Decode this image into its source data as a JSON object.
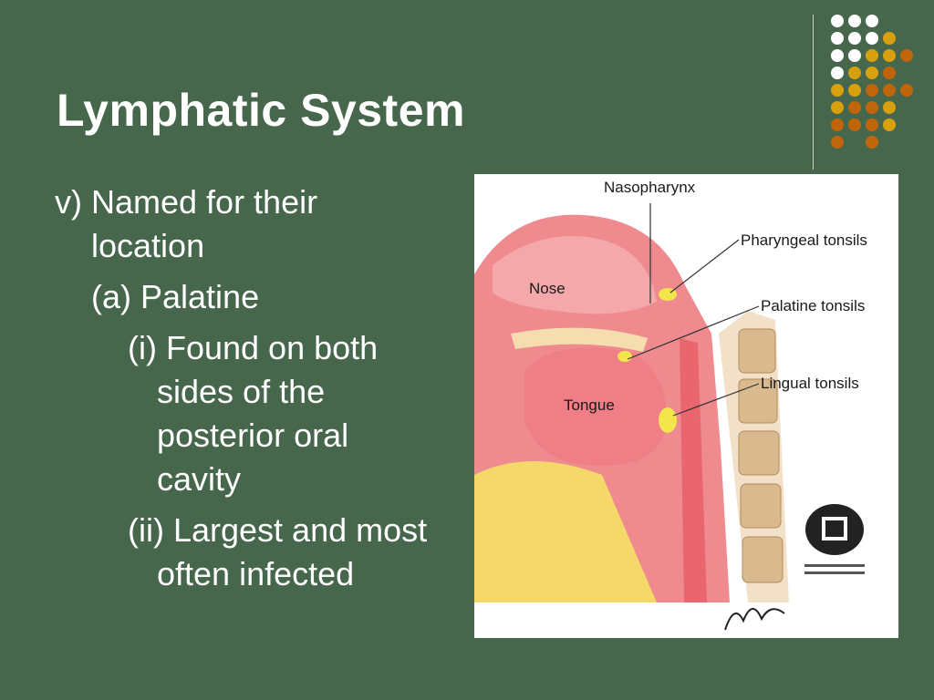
{
  "slide": {
    "title": "Lymphatic System",
    "bullets": [
      {
        "level": 1,
        "text": "v) Named for their location"
      },
      {
        "level": 2,
        "text": "(a) Palatine"
      },
      {
        "level": 3,
        "text": "(i) Found on both sides of the posterior oral cavity"
      },
      {
        "level": 3,
        "text": "(ii) Largest and most often infected"
      }
    ]
  },
  "figure": {
    "labels": {
      "nasopharynx": "Nasopharynx",
      "pharyngeal": "Pharyngeal tonsils",
      "palatine": "Palatine tonsils",
      "lingual": "Lingual tonsils",
      "nose": "Nose",
      "tongue": "Tongue"
    }
  },
  "decor": {
    "dot_colors": {
      "white": "#ffffff",
      "gold": "#d9a00e",
      "orange": "#c0650a"
    }
  }
}
